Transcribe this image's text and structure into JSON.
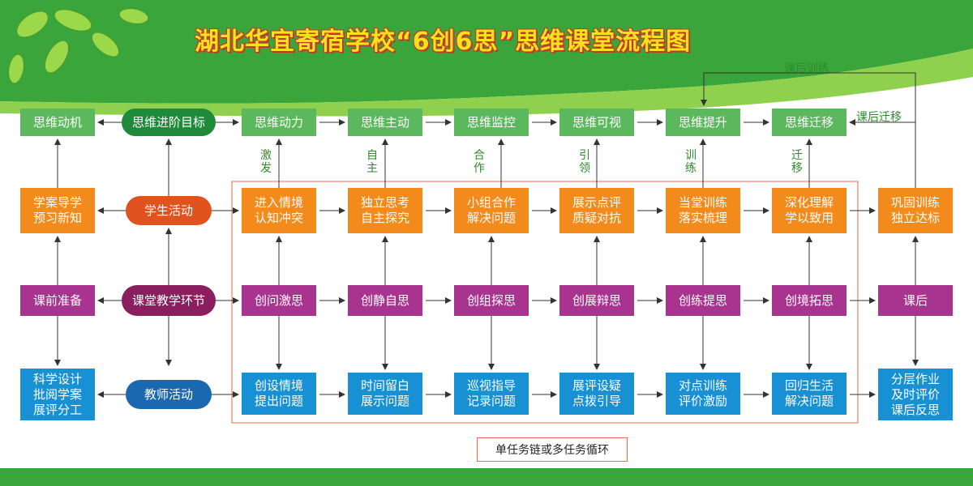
{
  "title": "湖北华宜寄宿学校“6创6思”思维课堂流程图",
  "colors": {
    "green": "#5cb85c",
    "orange": "#f28a1c",
    "purple": "#a8348f",
    "blue": "#1790d4"
  },
  "row1": {
    "motive": "思维动机",
    "goal": "思维进阶目标",
    "steps": [
      "思维动力",
      "思维主动",
      "思维监控",
      "思维可视",
      "思维提升",
      "思维迁移"
    ]
  },
  "connectors": [
    "激\n发",
    "自\n主",
    "合\n作",
    "引\n领",
    "训\n练",
    "迁\n移"
  ],
  "row2": {
    "pre": "学案导学\n预习新知",
    "label": "学生活动",
    "steps": [
      "进入情境\n认知冲突",
      "独立思考\n自主探究",
      "小组合作\n解决问题",
      "展示点评\n质疑对抗",
      "当堂训练\n落实梳理",
      "深化理解\n学以致用"
    ],
    "post": "巩固训练\n独立达标"
  },
  "row3": {
    "pre": "课前准备",
    "label": "课堂教学环节",
    "steps": [
      "创问激思",
      "创静自思",
      "创组探思",
      "创展辩思",
      "创练提思",
      "创境拓思"
    ],
    "post": "课后"
  },
  "row4": {
    "pre": "科学设计\n批阅学案\n展评分工",
    "label": "教师活动",
    "steps": [
      "创设情境\n提出问题",
      "时间留白\n展示问题",
      "巡视指导\n记录问题",
      "展评设疑\n点拨引导",
      "对点训练\n评价激励",
      "回归生活\n解决问题"
    ],
    "post": "分层作业\n及时评价\n课后反思"
  },
  "loops": {
    "train": "课后训练",
    "migrate": "课后迁移"
  },
  "cycle_note": "单任务链或多任务循环"
}
